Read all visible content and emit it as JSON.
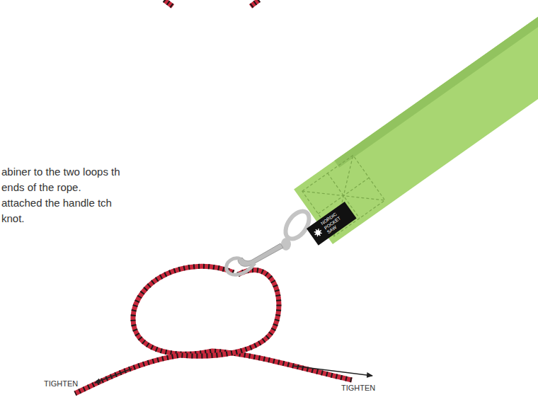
{
  "diagram": {
    "nodes": [
      {
        "text": [
          "NORDIC POCKET SAW"
        ]
      }
    ],
    "labels": [
      "abiner to the two loops th ends of the rope. attached the handle tch knot.",
      "TIGHTEN",
      "TIGHTEN"
    ]
  }
}
